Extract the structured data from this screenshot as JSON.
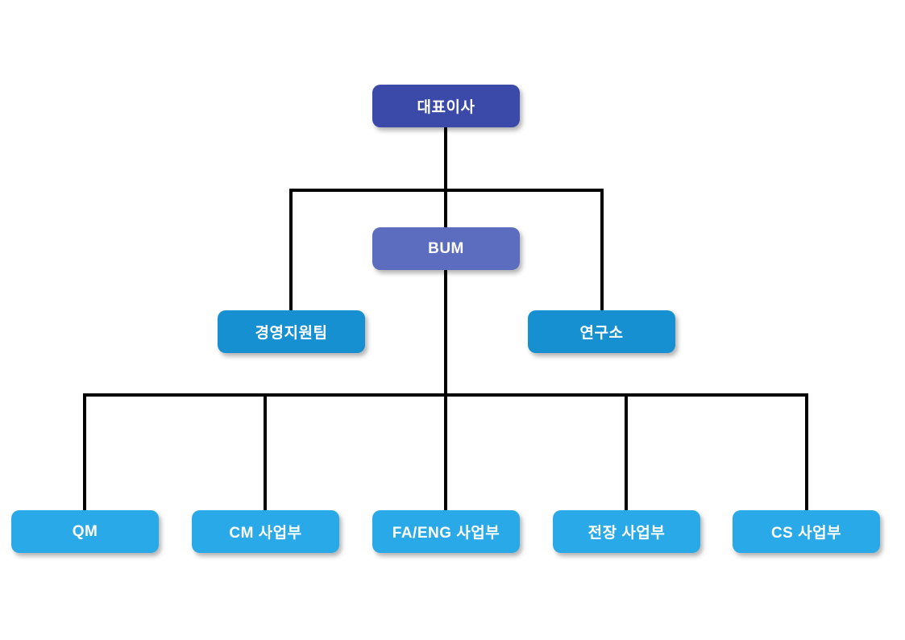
{
  "org_chart": {
    "type": "org-chart",
    "background": "#FFFFFF",
    "nodes": [
      {
        "id": "ceo",
        "label": "대표이사",
        "level": 1,
        "parent": null,
        "color": "#3B4AA9"
      },
      {
        "id": "bum",
        "label": "BUM",
        "level": 2,
        "parent": "ceo",
        "color": "#5C6CBF"
      },
      {
        "id": "mgmt-support",
        "label": "경영지원팀",
        "level": 3,
        "parent": "ceo",
        "color": "#1790D1"
      },
      {
        "id": "research-lab",
        "label": "연구소",
        "level": 3,
        "parent": "ceo",
        "color": "#1790D1"
      },
      {
        "id": "qm",
        "label": "QM",
        "level": 4,
        "parent": "bum",
        "color": "#2AA9E9"
      },
      {
        "id": "cm-division",
        "label": "CM 사업부",
        "level": 4,
        "parent": "bum",
        "color": "#2AA9E9"
      },
      {
        "id": "fa-eng-division",
        "label": "FA/ENG 사업부",
        "level": 4,
        "parent": "bum",
        "color": "#2AA9E9"
      },
      {
        "id": "jeonjang-division",
        "label": "전장 사업부",
        "level": 4,
        "parent": "bum",
        "color": "#2AA9E9"
      },
      {
        "id": "cs-division",
        "label": "CS 사업부",
        "level": 4,
        "parent": "bum",
        "color": "#2AA9E9"
      }
    ],
    "colors": {
      "level1_bg": "#3B4AA9",
      "level2_bg": "#5C6CBF",
      "level3_bg": "#1790D1",
      "level4_bg": "#2AA9E9",
      "connector": "#000000",
      "node_text": "#FFFFFF",
      "background": "#FFFFFF"
    }
  }
}
